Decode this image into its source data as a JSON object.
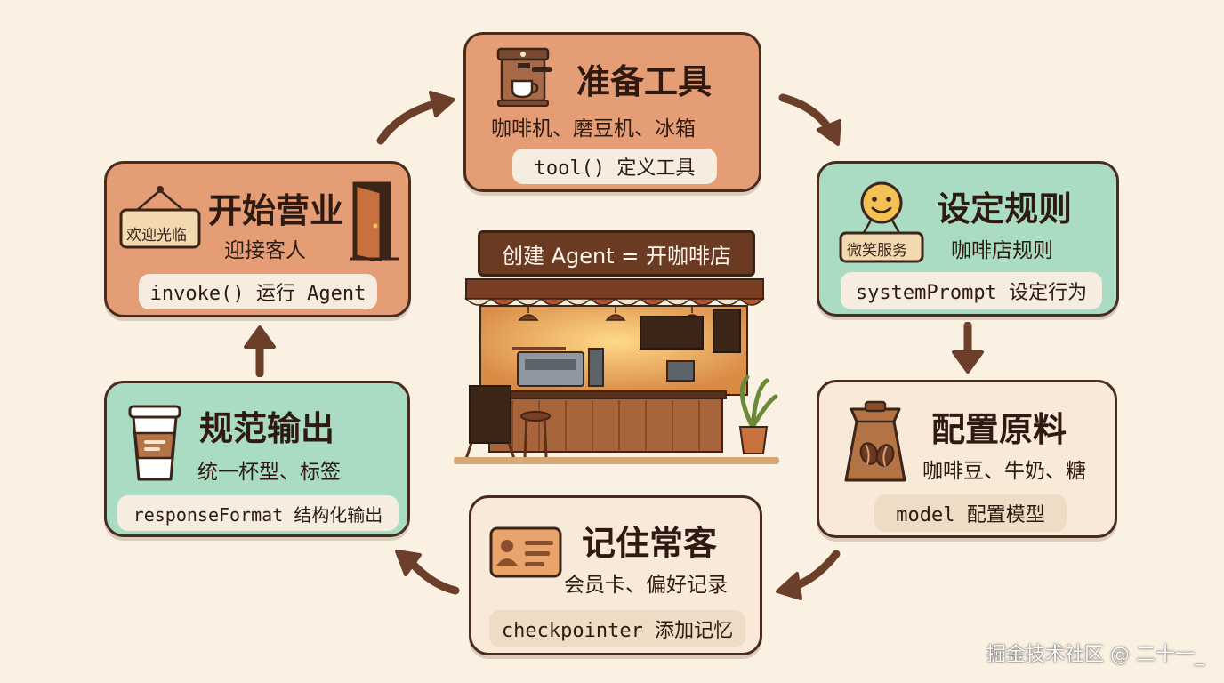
{
  "center": {
    "banner": "创建 Agent = 开咖啡店"
  },
  "steps": {
    "prepare_tools": {
      "title": "准备工具",
      "subtitle": "咖啡机、磨豆机、冰箱",
      "code": "tool() 定义工具"
    },
    "set_rules": {
      "title": "设定规则",
      "subtitle": "咖啡店规则",
      "code": "systemPrompt 设定行为",
      "sign": "微笑服务"
    },
    "configure_ingredients": {
      "title": "配置原料",
      "subtitle": "咖啡豆、牛奶、糖",
      "code": "model 配置模型"
    },
    "remember_regulars": {
      "title": "记住常客",
      "subtitle": "会员卡、偏好记录",
      "code": "checkpointer 添加记忆"
    },
    "standardize_output": {
      "title": "规范输出",
      "subtitle": "统一杯型、标签",
      "code": "responseFormat 结构化输出"
    },
    "open_business": {
      "title": "开始营业",
      "subtitle": "迎接客人",
      "code": "invoke() 运行 Agent",
      "sign": "欢迎光临"
    }
  },
  "watermark": "掘金技术社区 @ 二十一_",
  "colors": {
    "orange_card": "#e59d76",
    "green_card": "#a9dcc2",
    "cream_card": "#f8e9d8",
    "outline": "#4a2c1e",
    "arrow": "#6b3f2a",
    "background": "#fbf1e2"
  }
}
